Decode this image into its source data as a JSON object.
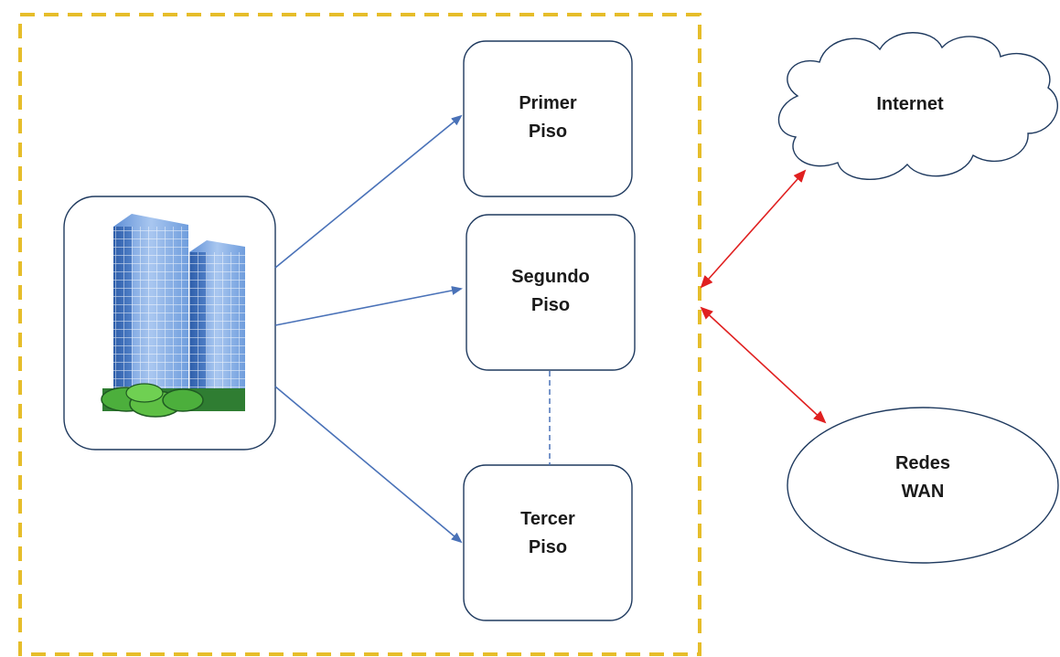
{
  "diagram": {
    "boundary": {
      "color": "#e6bd2a"
    },
    "building": {
      "icon": "office-building-icon"
    },
    "floors": [
      {
        "line1": "Primer",
        "line2": "Piso"
      },
      {
        "line1": "Segundo",
        "line2": "Piso"
      },
      {
        "line1": "Tercer",
        "line2": "Piso"
      }
    ],
    "external": [
      {
        "shape": "cloud",
        "line1": "Internet"
      },
      {
        "shape": "ellipse",
        "line1": "Redes",
        "line2": "WAN"
      }
    ],
    "colors": {
      "internal_arrow": "#4a72b8",
      "external_arrow": "#e02020",
      "node_border": "#1f3a5f"
    }
  }
}
